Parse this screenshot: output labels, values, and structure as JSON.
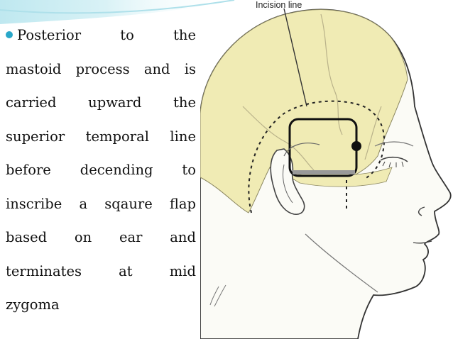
{
  "slide": {
    "bullet_lines": [
      [
        "Posterior",
        "to",
        "the"
      ],
      [
        "mastoid",
        "process",
        "and",
        "is"
      ],
      [
        "carried",
        "upward",
        "the"
      ],
      [
        "superior",
        "temporal",
        "line"
      ],
      [
        "before",
        "decending",
        "to"
      ],
      [
        "inscribe",
        "a",
        "sqaure",
        "flap"
      ],
      [
        "based",
        "on",
        "ear",
        "and"
      ],
      [
        "terminates",
        "at",
        "mid"
      ],
      [
        "zygoma"
      ]
    ]
  },
  "figure": {
    "label": "Incision line"
  },
  "colors": {
    "accent": "#29a7c9",
    "band_teal": "#bfe8f0",
    "skull": "#f0ebb4",
    "skin": "#fbfbf6",
    "outline": "#333333"
  }
}
